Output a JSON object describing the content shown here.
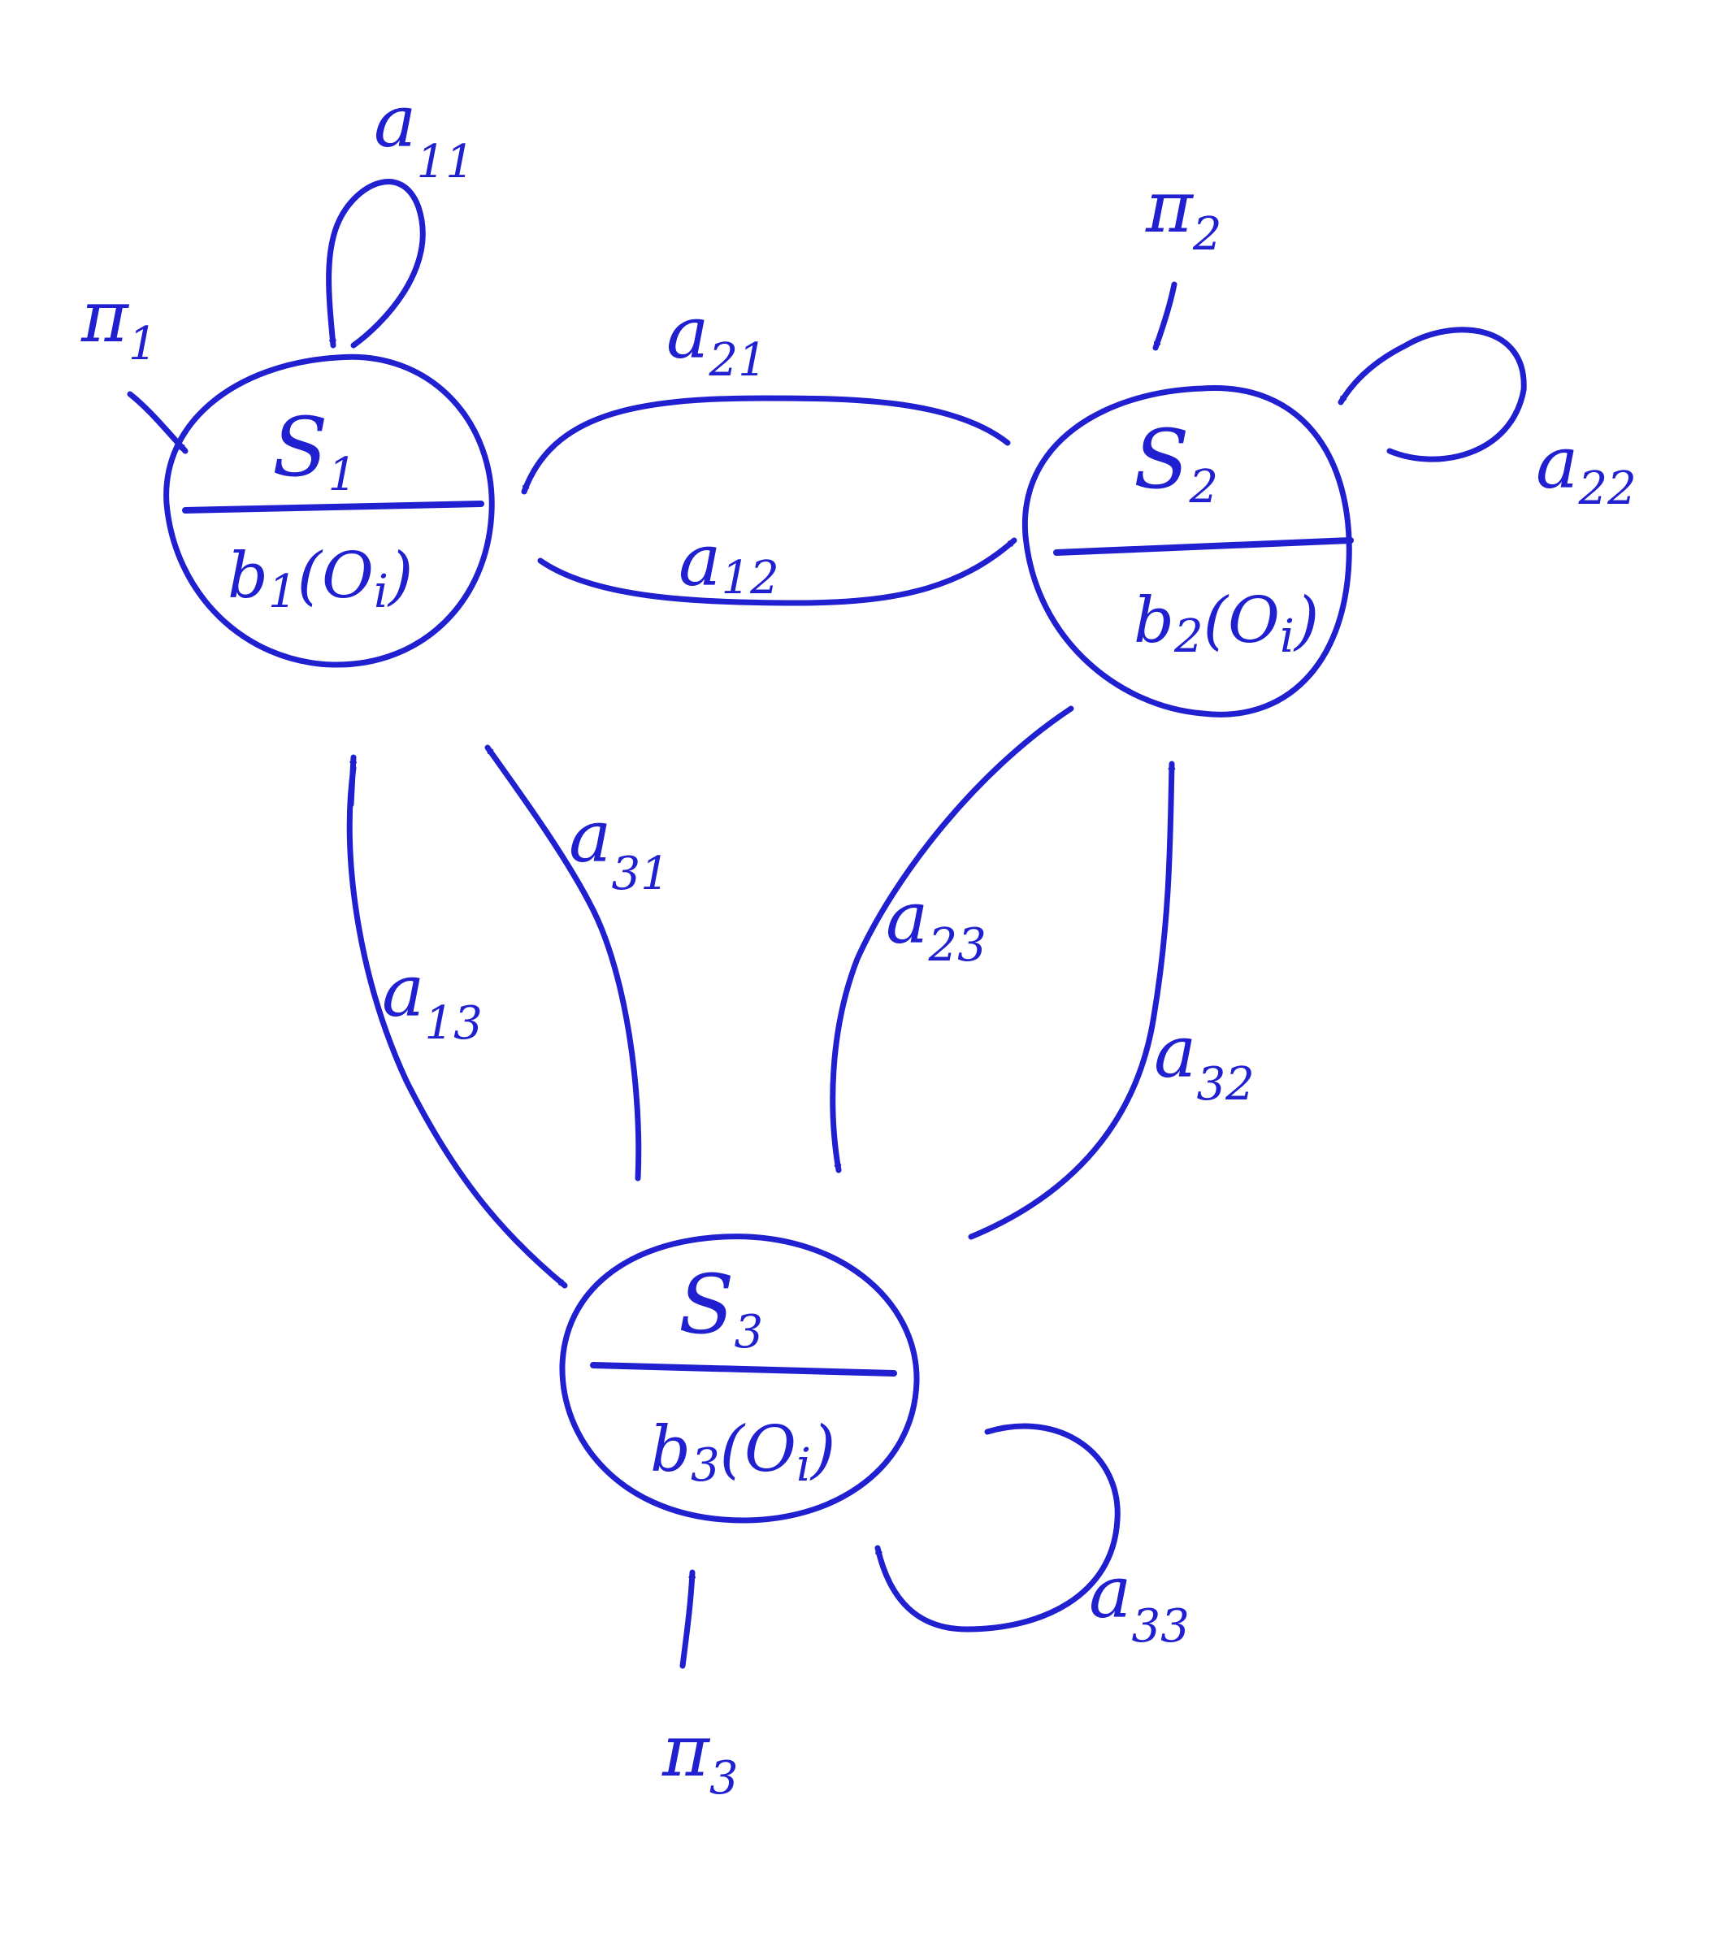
{
  "diagram": {
    "ink_color": "#2020d0",
    "background": "#ffffff",
    "states": [
      {
        "id": "s1",
        "name": "S",
        "name_sub": "1",
        "emission": "b",
        "emission_sub": "1",
        "emission_arg": "(O",
        "emission_arg_sub": "i",
        "emission_close": ")"
      },
      {
        "id": "s2",
        "name": "S",
        "name_sub": "2",
        "emission": "b",
        "emission_sub": "2",
        "emission_arg": "(O",
        "emission_arg_sub": "i",
        "emission_close": ")"
      },
      {
        "id": "s3",
        "name": "S",
        "name_sub": "3",
        "emission": "b",
        "emission_sub": "3",
        "emission_arg": "(O",
        "emission_arg_sub": "i",
        "emission_close": ")"
      }
    ],
    "initial_probabilities": [
      {
        "to": "s1",
        "symbol": "π",
        "sub": "1"
      },
      {
        "to": "s2",
        "symbol": "π",
        "sub": "2"
      },
      {
        "to": "s3",
        "symbol": "π",
        "sub": "3"
      }
    ],
    "transitions": [
      {
        "from": "s1",
        "to": "s1",
        "symbol": "a",
        "sub": "11"
      },
      {
        "from": "s1",
        "to": "s2",
        "symbol": "a",
        "sub": "12"
      },
      {
        "from": "s2",
        "to": "s1",
        "symbol": "a",
        "sub": "21"
      },
      {
        "from": "s2",
        "to": "s2",
        "symbol": "a",
        "sub": "22"
      },
      {
        "from": "s1",
        "to": "s3",
        "symbol": "a",
        "sub": "13"
      },
      {
        "from": "s3",
        "to": "s1",
        "symbol": "a",
        "sub": "31"
      },
      {
        "from": "s2",
        "to": "s3",
        "symbol": "a",
        "sub": "23"
      },
      {
        "from": "s3",
        "to": "s2",
        "symbol": "a",
        "sub": "32"
      },
      {
        "from": "s3",
        "to": "s3",
        "symbol": "a",
        "sub": "33"
      }
    ]
  }
}
